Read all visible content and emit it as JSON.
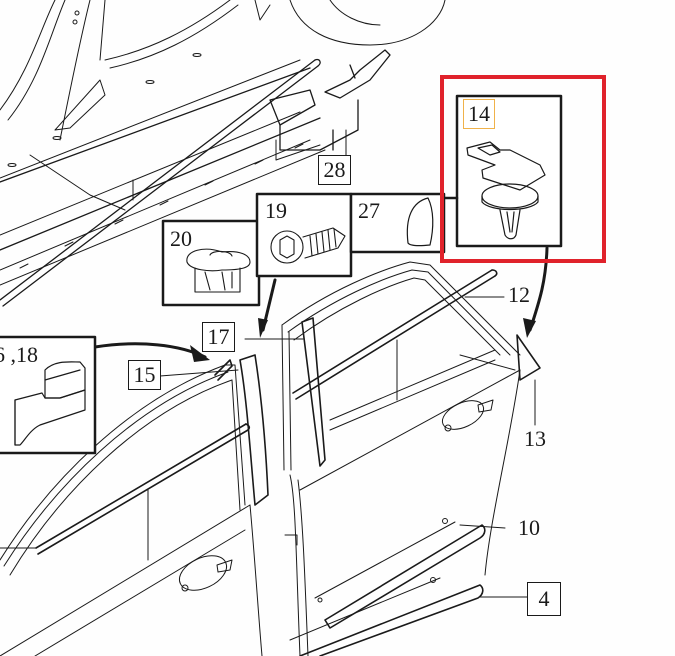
{
  "diagram": {
    "type": "exploded-parts-diagram",
    "subject": "car side door mouldings and clips",
    "highlight_color": "#e0222b",
    "highlight_label_color": "#f0b24a",
    "line_color": "#1a1a1a"
  },
  "callouts": {
    "p28": "28",
    "p27": "27",
    "p20": "20",
    "p19": "19",
    "p14": "14",
    "p12": "12",
    "p13": "13",
    "p15": "15",
    "p17": "17",
    "p16_18": "6 ,18",
    "p10": "10",
    "p4": "4"
  },
  "insets": [
    {
      "id": "20",
      "depicts": "clip-nut"
    },
    {
      "id": "19",
      "depicts": "torx-screw"
    },
    {
      "id": "27",
      "depicts": "half-round-cap"
    },
    {
      "id": "14",
      "depicts": "push-clip-with-tab",
      "highlighted": true
    },
    {
      "id": "16,18",
      "depicts": "bent-bracket"
    }
  ]
}
